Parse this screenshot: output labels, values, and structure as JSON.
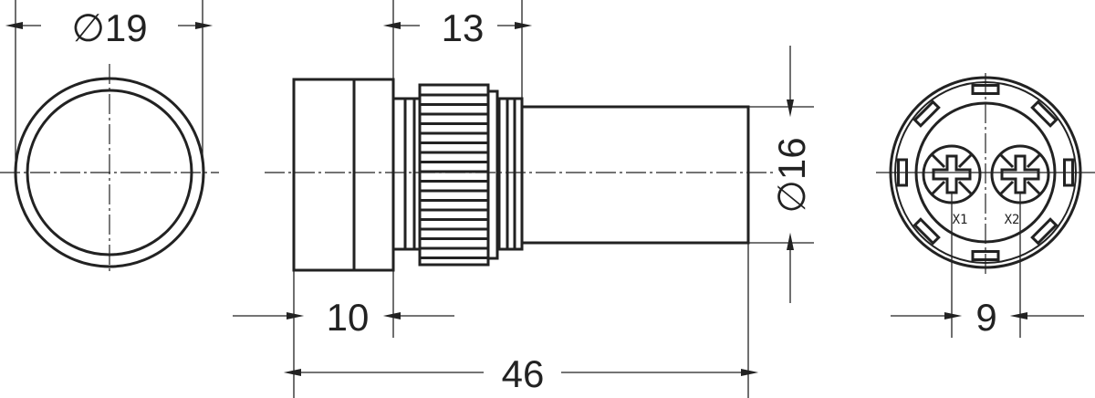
{
  "drawing": {
    "front_view": {
      "diameter_label": "∅19"
    },
    "side_view": {
      "nut_length_label": "13",
      "cap_length_label": "10",
      "total_length_label": "46",
      "body_diameter_label": "∅16"
    },
    "rear_view": {
      "terminal_spacing_label": "9",
      "terminal_labels": [
        "X1",
        "X2"
      ]
    },
    "colors": {
      "line": "#222222",
      "cap_fill": "#d9dbdb",
      "lens_ring": "#e2e2e2",
      "lens_center": "#f0f0f0"
    }
  }
}
